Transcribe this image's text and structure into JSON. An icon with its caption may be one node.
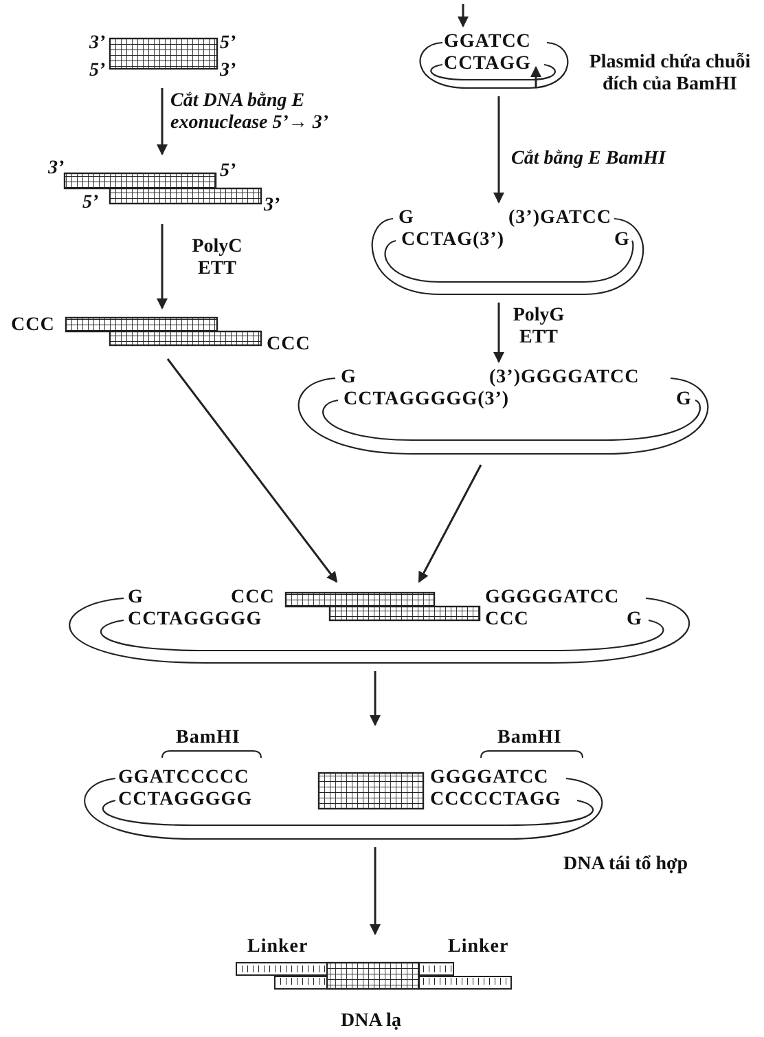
{
  "diagram": {
    "nodes": [
      {
        "text": [
          "3’",
          "5’",
          "5’",
          "3’"
        ]
      },
      {
        "text": [
          "3’",
          "5’",
          "5’",
          "3’"
        ]
      },
      {
        "text": [
          "CCC",
          "CCC"
        ]
      },
      {
        "text": [
          "GGATCC",
          "CCTAGG"
        ],
        "beside": [
          "Plasmid chứa chuỗi đích của BamHI"
        ]
      },
      {
        "text": [
          "G",
          "(3’)GATCC",
          "CCTAG(3’)",
          "G"
        ]
      },
      {
        "text": [
          "G",
          "(3’)GGGGATCC",
          "CCTAGGGGG(3’)",
          "G"
        ]
      },
      {
        "text": [
          "G",
          "CCC",
          "GGGGGATCC",
          "CCTAGGGGG",
          "CCC",
          "G"
        ]
      },
      {
        "text": [
          "BamHI",
          "BamHI",
          "GGATCCCCC",
          "GGGGATCC",
          "CCTAGGGGG",
          "CCCCCTAGG"
        ],
        "beside": [
          "DNA tái tổ hợp"
        ]
      },
      {
        "text": [
          "Linker",
          "Linker"
        ],
        "beside": [
          "DNA lạ"
        ]
      }
    ],
    "edges": [
      {
        "from": 0,
        "to": 1,
        "arrow": "to",
        "label": "Cắt DNA bằng E exonuclease 5’→ 3’"
      },
      {
        "from": 1,
        "to": 2,
        "arrow": "to",
        "label": "PolyC ETT"
      },
      {
        "from": 3,
        "to": 4,
        "arrow": "to",
        "label": "Cắt bằng E BamHI"
      },
      {
        "from": 4,
        "to": 5,
        "arrow": "to",
        "label": "PolyG ETT"
      },
      {
        "from": 2,
        "to": 6,
        "arrow": "to"
      },
      {
        "from": 5,
        "to": 6,
        "arrow": "to"
      },
      {
        "from": 6,
        "to": 7,
        "arrow": "to"
      },
      {
        "from": 7,
        "to": 8,
        "arrow": "to"
      },
      {
        "from": null,
        "to": 3,
        "arrow": "to"
      },
      {
        "from": null,
        "to": 3,
        "arrow": "to"
      }
    ]
  }
}
